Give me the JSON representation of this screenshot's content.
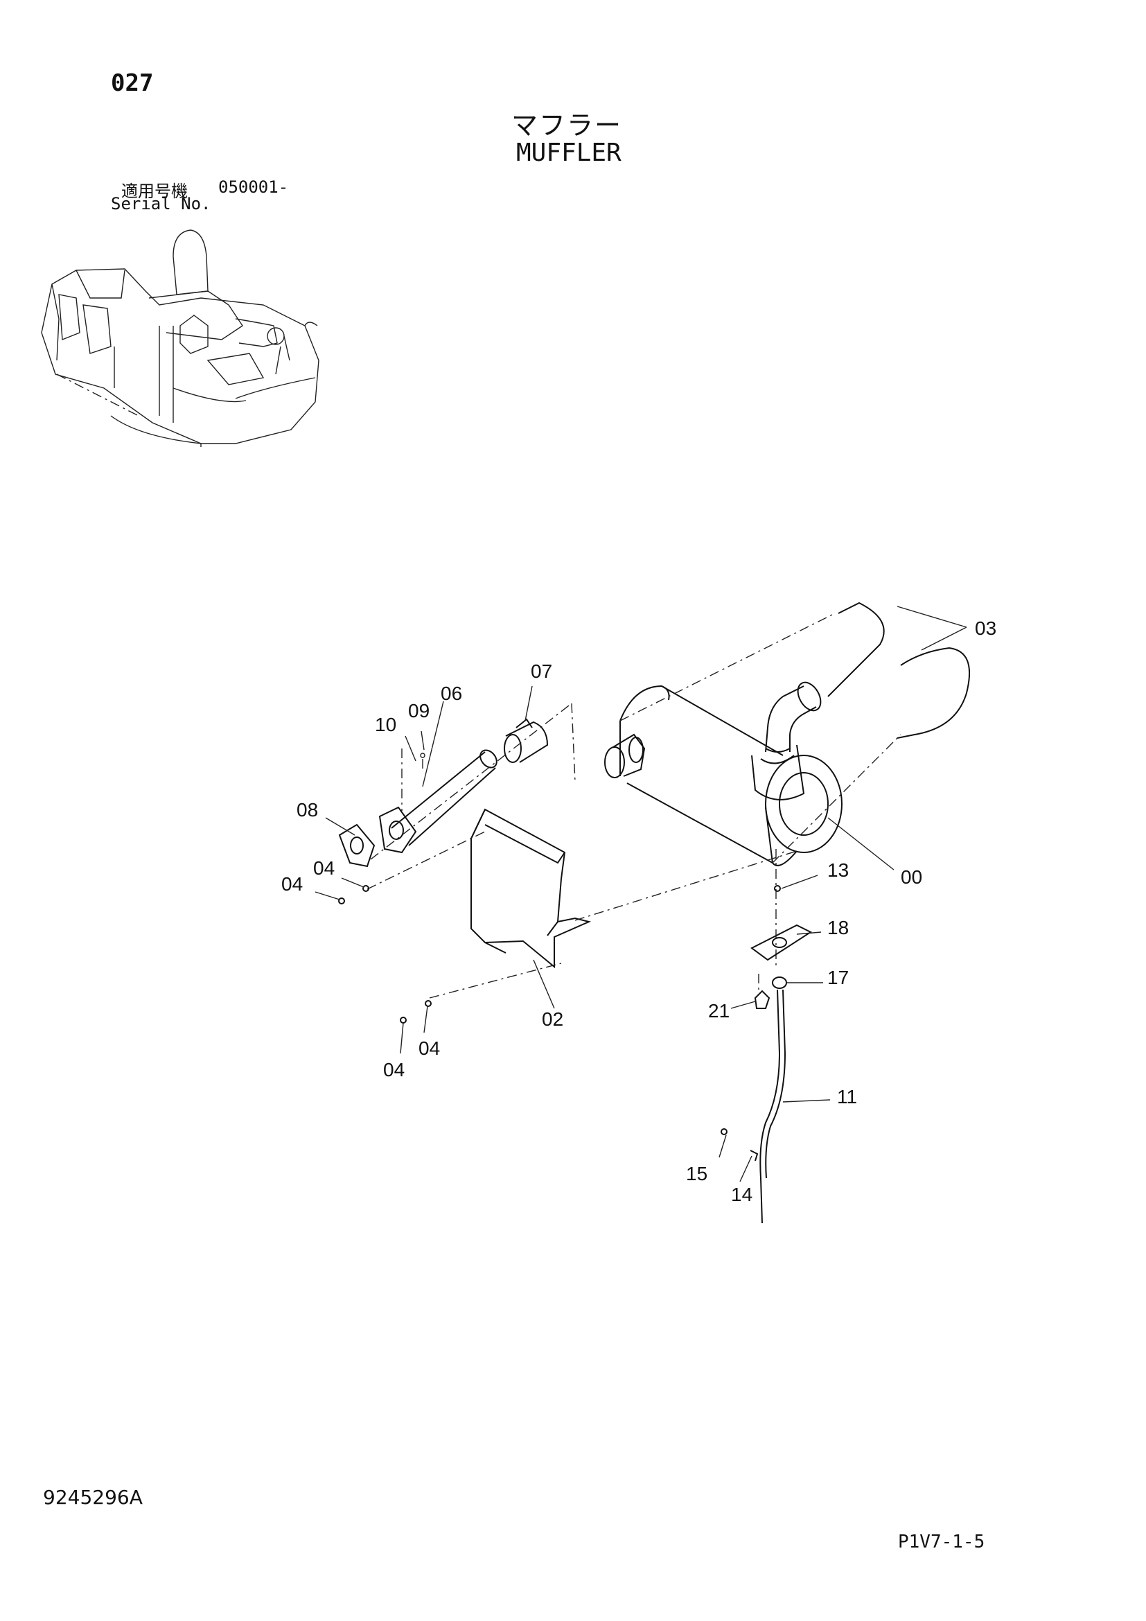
{
  "header": {
    "page_number": "027",
    "title_ja": "マフラー",
    "title_en": "MUFFLER",
    "serial_label_ja": "適用号機",
    "serial_value": "050001-",
    "serial_label_en": "Serial No."
  },
  "parts": {
    "p00": "00",
    "p02": "02",
    "p03": "03",
    "p04a": "04",
    "p04b": "04",
    "p04c": "04",
    "p04d": "04",
    "p06": "06",
    "p07": "07",
    "p08": "08",
    "p09": "09",
    "p10": "10",
    "p11": "11",
    "p13": "13",
    "p14": "14",
    "p15": "15",
    "p17": "17",
    "p18": "18",
    "p21": "21"
  },
  "footer": {
    "doc_number": "9245296A",
    "page_ref": "P1V7-1-5"
  }
}
